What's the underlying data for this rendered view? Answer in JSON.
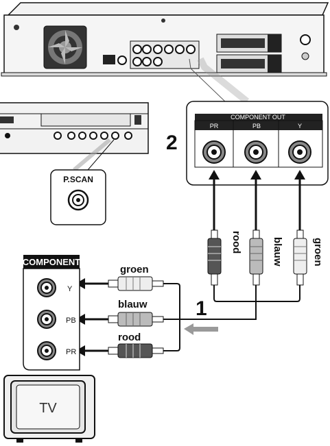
{
  "recorder_label": "",
  "component_out": {
    "title": "COMPONENT OUT",
    "jacks": [
      {
        "label": "PR"
      },
      {
        "label": "PB"
      },
      {
        "label": "Y"
      }
    ]
  },
  "step_numbers": {
    "step2": "2",
    "step1": "1"
  },
  "pscan_label": "P.SCAN",
  "tv_panel": {
    "title": "COMPONENT",
    "jacks": [
      {
        "label": "Y"
      },
      {
        "label": "PB"
      },
      {
        "label": "PR"
      }
    ]
  },
  "cable_labels_vertical": [
    "rood",
    "blauw",
    "groen"
  ],
  "cable_labels_horizontal": [
    "groen",
    "blauw",
    "rood"
  ],
  "tv_label": "TV",
  "colors": {
    "line": "#111111",
    "panel_gray": "#e6e6e6",
    "dark_bar": "#222222",
    "arrow_gray": "#9a9a9a"
  }
}
